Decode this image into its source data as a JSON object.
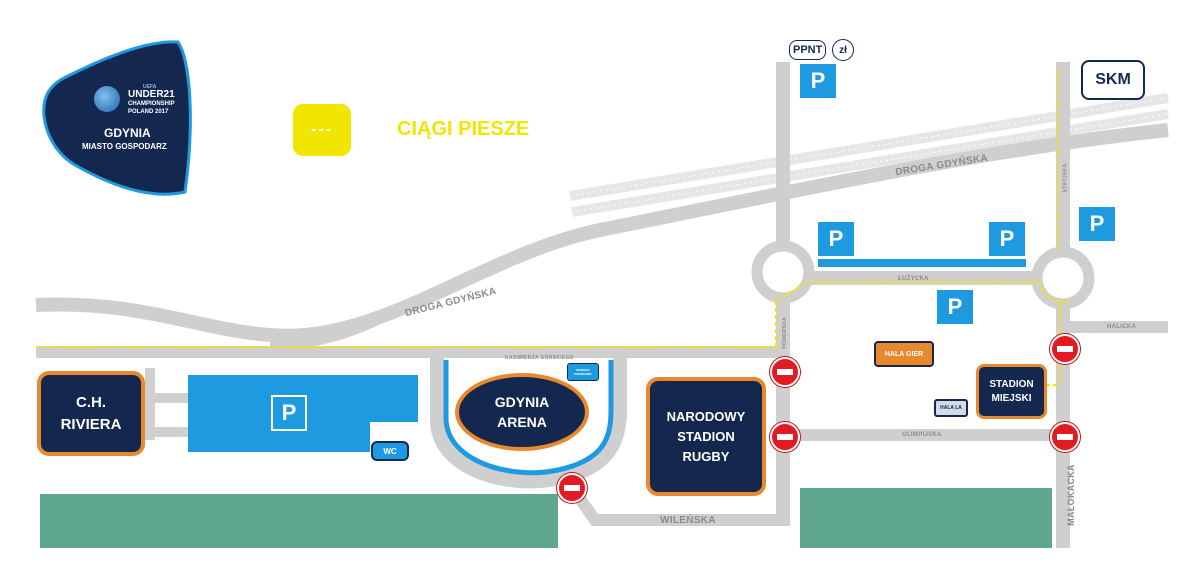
{
  "logo": {
    "event_line1": "UNDER21",
    "event_line2": "CHAMPIONSHIP",
    "event_line3": "POLAND 2017",
    "uefa": "UEFA",
    "city": "GDYNIA",
    "subtitle": "MIASTO GOSPODARZ"
  },
  "legend": {
    "symbol": "---",
    "label": "CIĄGI PIESZE"
  },
  "top_signs": {
    "ppnt": "PPNT",
    "currency": "zł",
    "skm": "SKM"
  },
  "parking_label": "P",
  "roads": {
    "droga_gdynska_1": "DROGA GDYŃSKA",
    "droga_gdynska_2": "DROGA GDYŃSKA",
    "luzycka": "ŁUŻYCKA",
    "kazimierza": "KAZIMIERZA GÓRSKIEGO",
    "olimpijska": "OLIMPIJSKA",
    "wilenska": "WILEŃSKA",
    "malokacka": "MAŁOKACKA",
    "halicka": "HALICKA",
    "stryjska": "STRYJSKA",
    "pomorska": "POMORSKA"
  },
  "venues": {
    "riviera": [
      "C.H.",
      "RIVIERA"
    ],
    "arena": [
      "GDYNIA",
      "ARENA"
    ],
    "rugby": [
      "NARODOWY",
      "STADION",
      "RUGBY"
    ],
    "stadion": [
      "STADION",
      "MIEJSKI"
    ],
    "hala_gier": "HALA GIER",
    "hala_la": "HALA LA",
    "wc": "WC",
    "parking_sign": "PARKING\nPODZIEMNY"
  },
  "colors": {
    "road": "#cfcfcf",
    "rail": "#e4e4e4",
    "parking": "#1e9be0",
    "venue_fill": "#14284f",
    "venue_border": "#e8892e",
    "pedestrian": "#f2e600",
    "green_area": "#5fa68f",
    "no_entry": "#e21b23"
  }
}
